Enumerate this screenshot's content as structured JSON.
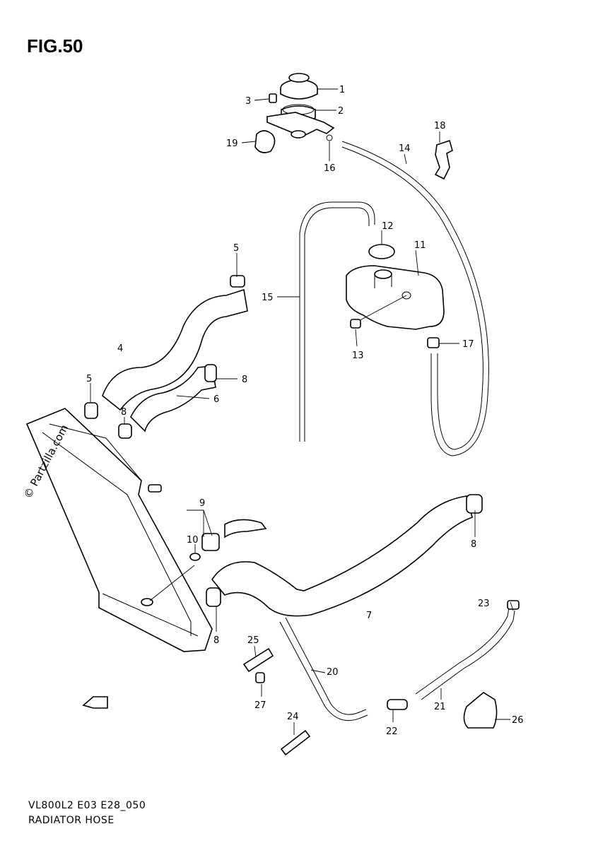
{
  "figure": {
    "title": "FIG.50"
  },
  "watermark": "© Partzilla.com",
  "footer": {
    "code": "VL800L2 E03 E28_050",
    "name": "RADIATOR HOSE"
  },
  "callouts": [
    "1",
    "2",
    "3",
    "4",
    "5",
    "5",
    "6",
    "7",
    "8",
    "8",
    "8",
    "8",
    "9",
    "10",
    "11",
    "12",
    "13",
    "14",
    "15",
    "16",
    "17",
    "18",
    "19",
    "20",
    "21",
    "22",
    "23",
    "24",
    "25",
    "26",
    "27"
  ],
  "icons": {
    "front_arrow": "front-direction-arrow-icon"
  }
}
